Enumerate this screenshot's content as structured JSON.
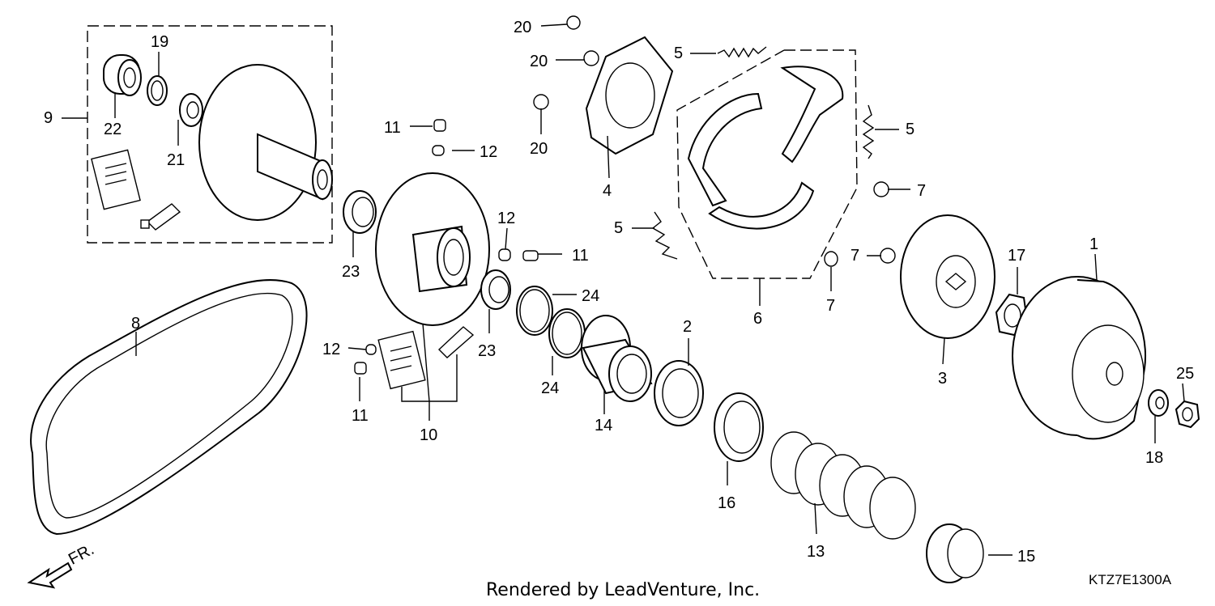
{
  "footer": {
    "rendered_by": "Rendered by LeadVenture, Inc.",
    "diagram_code": "KTZ7E1300A",
    "direction_label": "FR."
  },
  "callouts": {
    "c1": "1",
    "c2": "2",
    "c3": "3",
    "c4": "4",
    "c5a": "5",
    "c5b": "5",
    "c5c": "5",
    "c6": "6",
    "c7a": "7",
    "c7b": "7",
    "c7c": "7",
    "c8": "8",
    "c9": "9",
    "c10": "10",
    "c11a": "11",
    "c11b": "11",
    "c11c": "11",
    "c12a": "12",
    "c12b": "12",
    "c12c": "12",
    "c13": "13",
    "c14": "14",
    "c15": "15",
    "c16": "16",
    "c17": "17",
    "c18": "18",
    "c19": "19",
    "c20a": "20",
    "c20b": "20",
    "c20c": "20",
    "c21": "21",
    "c22": "22",
    "c23a": "23",
    "c23b": "23",
    "c24a": "24",
    "c24b": "24",
    "c25": "25"
  }
}
